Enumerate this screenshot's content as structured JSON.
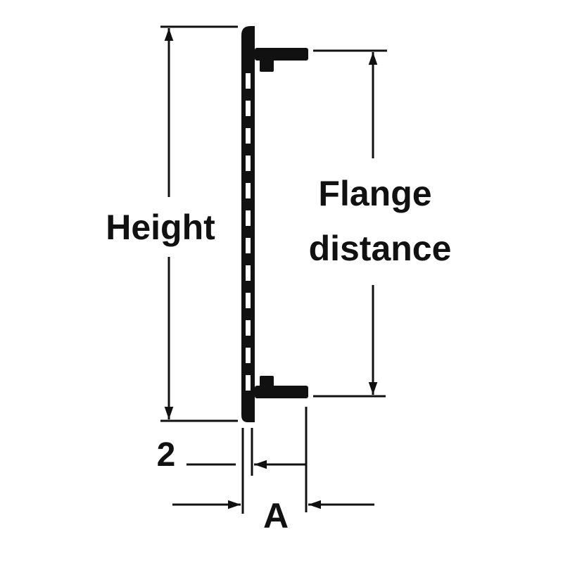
{
  "labels": {
    "height": "Height",
    "flange_line1": "Flange",
    "flange_line2": "distance",
    "two": "2",
    "a": "A"
  },
  "colors": {
    "ink": "#111111",
    "background": "#ffffff"
  }
}
